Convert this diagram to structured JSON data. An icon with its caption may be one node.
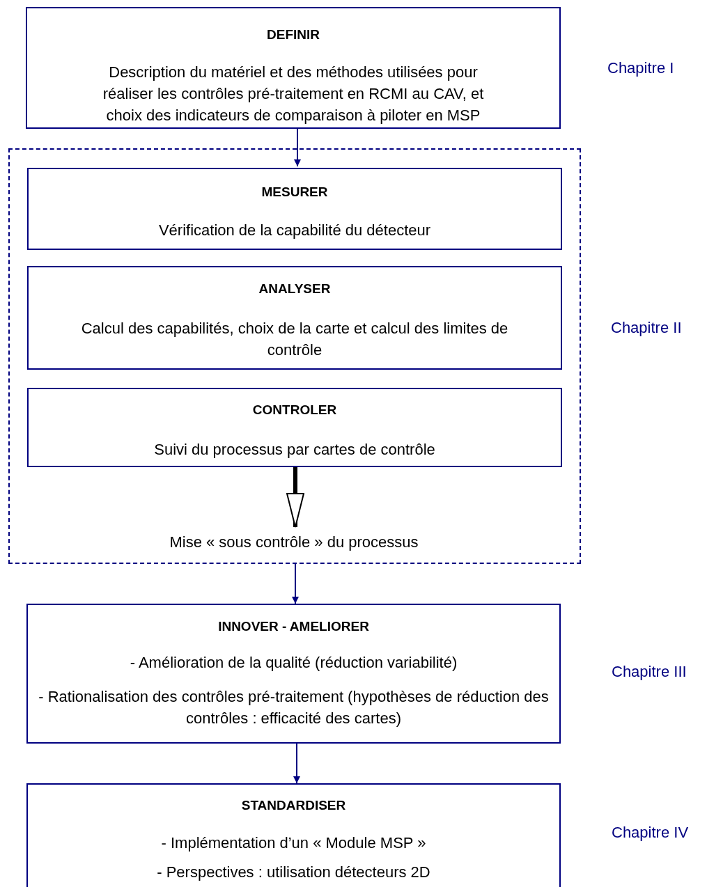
{
  "diagram": {
    "nodes": [
      {
        "text": [
          "DEFINIR",
          "Description du matériel et des méthodes utilisées pour réaliser les contrôles pré-traitement en RCMI au CAV, et choix des indicateurs de comparaison à piloter en MSP"
        ]
      },
      {
        "text": [],
        "shape": "box"
      },
      {
        "text": [
          "MESURER",
          "Vérification de la capabilité du détecteur"
        ],
        "in": 1
      },
      {
        "text": [
          "ANALYSER",
          "Calcul des capabilités, choix de la carte et calcul des limites de contrôle"
        ],
        "in": 1
      },
      {
        "text": [
          "CONTROLER",
          "Suivi du processus par cartes de contrôle"
        ],
        "in": 1
      },
      {
        "text": [
          "Mise « sous contrôle » du processus"
        ],
        "in": 1
      },
      {
        "text": [
          "INNOVER - AMELIORER",
          "- Amélioration de la qualité (réduction variabilité)",
          "- Rationalisation des contrôles pré-traitement (hypothèses de réduction des contrôles : efficacité des cartes)"
        ]
      },
      {
        "text": [
          "STANDARDISER",
          "- Implémentation d’un « Module MSP »",
          "- Perspectives : utilisation détecteurs 2D"
        ]
      }
    ],
    "edges": [
      {
        "from": 0,
        "to": 2,
        "arrow": "to"
      },
      {
        "from": 4,
        "to": 5,
        "arrow": "to",
        "style": "thick",
        "color": "#000000"
      },
      {
        "from": 1,
        "to": 6,
        "arrow": "to"
      },
      {
        "from": 6,
        "to": 7,
        "arrow": "to"
      }
    ],
    "labels": [
      "Chapitre I",
      "Chapitre II",
      "Chapitre III",
      "Chapitre IV"
    ]
  }
}
